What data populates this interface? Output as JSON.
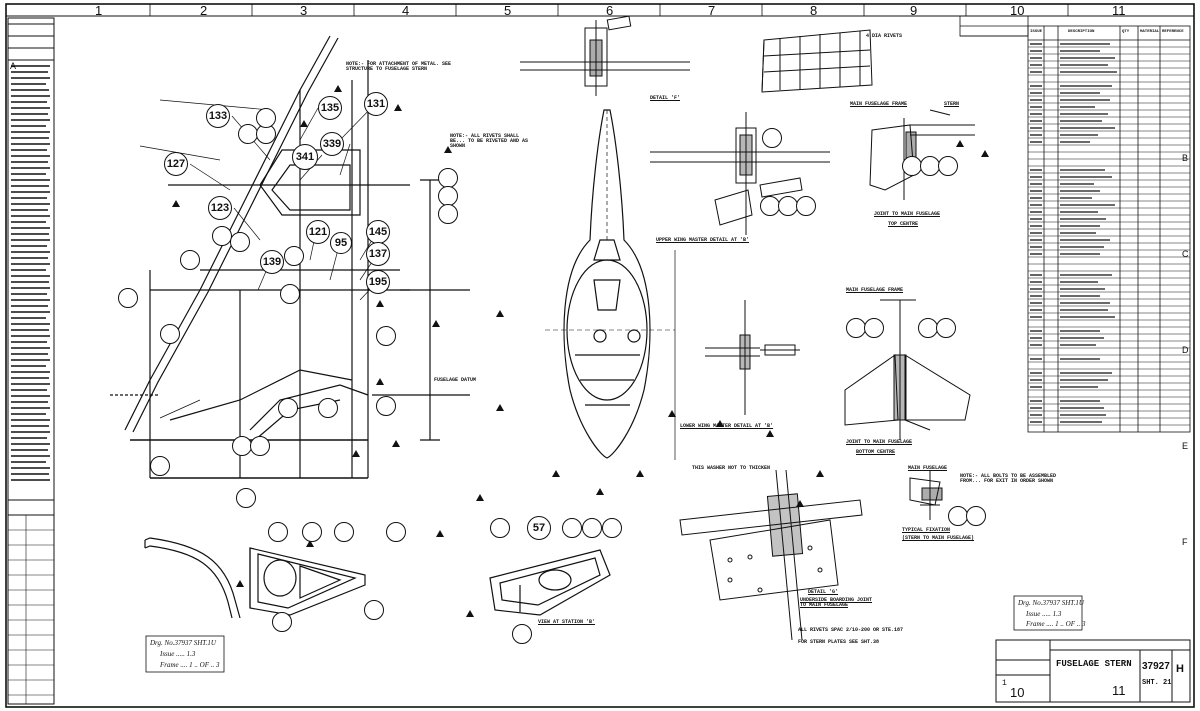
{
  "grid": {
    "columns": [
      "1",
      "2",
      "3",
      "4",
      "5",
      "6",
      "7",
      "8",
      "9",
      "10",
      "11"
    ],
    "rows": [
      "A",
      "B",
      "C",
      "D",
      "E",
      "F"
    ]
  },
  "bubbles": [
    "135",
    "131",
    "133",
    "341",
    "339",
    "127",
    "123",
    "121",
    "95",
    "145",
    "137",
    "139",
    "195",
    "57"
  ],
  "notes": {
    "attachment": "NOTE:- FOR ATTACHMENT OF METAL. SEE STRUCTURE TO FUSELAGE STERN",
    "rivet": "NOTE:- ALL RIVETS SHALL BE... TO BE RIVETED AND AS SHOWN",
    "fuselage_datum": "FUSELAGE DATUM",
    "rivets_bottom": "ALL RIVETS SPAC 2/10-200 OR STE.187",
    "other_plates": "FOR STERN PLATES SEE SHT.38"
  },
  "captions": {
    "detail_f": "DETAIL 'F'",
    "upper_wing": "UPPER WING MASTER DETAIL AT 'B'",
    "lower_wing": "LOWER WING MASTER DETAIL AT 'B'",
    "joint_top": "JOINT TO MAIN FUSELAGE",
    "top_centre": "TOP CENTRE",
    "joint_bottom": "JOINT TO MAIN FUSELAGE",
    "bottom_centre": "BOTTOM CENTRE",
    "typical": "TYPICAL FIXATION",
    "typical_sub": "(STERN TO MAIN FUSELAGE)",
    "detail_g": "DETAIL 'G'",
    "underside": "UNDERSIDE BOARDING JOINT TO MAIN FUSELAGE",
    "view_station": "VIEW AT STATION 'B'",
    "main_fuselage_frame": "MAIN FUSELAGE FRAME",
    "stern": "STERN",
    "main_fuselage": "MAIN FUSELAGE",
    "this_washer": "THIS WASHER NOT TO THICKEN",
    "note_rivets": "NOTE:- ALL BOLTS TO BE ASSEMBLED FROM... FOR EXIT IN ORDER SHOWN",
    "rivet_top": "4 DIA RIVETS"
  },
  "ref_boxes": {
    "left": {
      "line1": "Drg. No.37937 SHT.1U",
      "line2": "Issue ..... 1.3",
      "line3": "Frame .... 1 .. OF .. 3"
    },
    "right": {
      "line1": "Drg. No.37937 SHT.1U",
      "line2": "Issue ..... 1.3",
      "line3": "Frame .... 1 .. OF .. 3"
    }
  },
  "title_block": {
    "title": "FUSELAGE STERN",
    "drawing_no": "37927",
    "sheet": "SHT. 21",
    "issue": "H",
    "frame": "1"
  },
  "parts_table_header": [
    "ISSUE",
    "DESCRIPTION",
    "QTY",
    "MATERIAL",
    "REFERENCE"
  ],
  "colors": {
    "ink": "#111111",
    "paper": "#ffffff"
  }
}
